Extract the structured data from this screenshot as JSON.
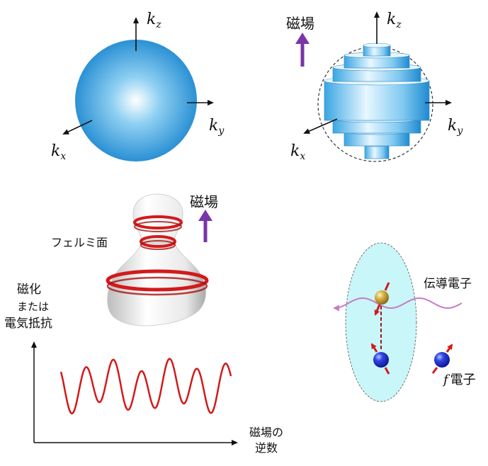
{
  "panel_sphere": {
    "axis_kz": "k",
    "axis_kz_sub": "z",
    "axis_ky": "k",
    "axis_ky_sub": "y",
    "axis_kx": "k",
    "axis_kx_sub": "x"
  },
  "panel_quantized": {
    "field_label": "磁場",
    "axis_kz": "k",
    "axis_kz_sub": "z",
    "axis_ky": "k",
    "axis_ky_sub": "y",
    "axis_kx": "k",
    "axis_kx_sub": "x"
  },
  "panel_fermi": {
    "surface_label": "フェルミ面",
    "field_label": "磁場"
  },
  "panel_oscillation": {
    "y_label_line1": "磁化",
    "y_label_line2": "または",
    "y_label_line3": "電気抵抗",
    "x_label_line1": "磁場の",
    "x_label_line2": "逆数"
  },
  "panel_electrons": {
    "conduction_label": "伝導電子",
    "f_symbol": "f",
    "f_label": "電子"
  },
  "colors": {
    "sphere_blue": "#1e8fd6",
    "field_arrow": "#7a35a8",
    "orbit_red": "#d21a1a",
    "conduction_wave": "#c77bc6",
    "ellipse_fill": "#c9f6f8",
    "f_electron": "#1f2fd1",
    "conduction_ball": "#c9a43a"
  }
}
